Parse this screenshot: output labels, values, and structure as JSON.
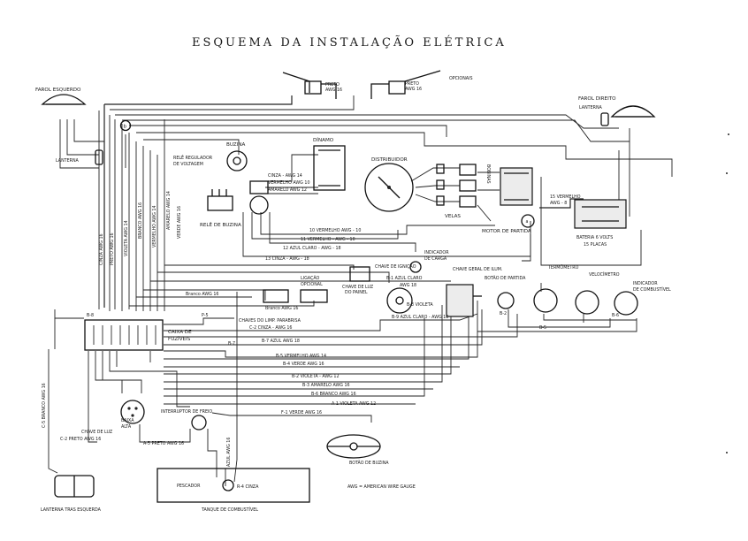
{
  "title": "ESQUEMA DA INSTALAÇÃO ELÉTRICA",
  "components": {
    "farol_esquerdo": "FAROL ESQUERDO",
    "farol_direito": "FAROL DIREITO",
    "lanterna_left": "LANTERNA",
    "lanterna_right": "LANTERNA",
    "lanterna_tras": "LANTERNA TRAS ESQUERDA",
    "opcionais": "OPCIONAIS",
    "buzina": "BUZINA",
    "dinamo": "DÍNAMO",
    "rele_regulador": [
      "RELÊ REGULADOR",
      "DE VOLTAGEM"
    ],
    "rele_buzina": "RELÊ DE BUZINA",
    "distribuidor": "DISTRIBUIDOR",
    "velas": "VELAS",
    "bobinas": "BOBINAS",
    "motor_partida": "MOTOR DE PARTIDA",
    "bateria": [
      "BATERIA 6 VOLTS",
      "15 PLACAS"
    ],
    "caixa_fuziveis": [
      "CAIXA DE",
      "FUZÍVEIS"
    ],
    "ligacao_opcional": [
      "LIGAÇÃO",
      "OPCIONAL"
    ],
    "chaves_limp": "CHAVES DO LIMP. PARABRISA",
    "chave_luz_painel": [
      "CHAVE DE LUZ",
      "DO PAINEL"
    ],
    "chave_ignicao": "CHAVE DE IGNIÇÃO",
    "indicador_carga": [
      "INDICADOR",
      "DE CARGA"
    ],
    "chave_geral": "CHAVE GERAL DE ILUM.",
    "botao_partida": "BOTÃO DE PARTIDA",
    "termometro": "TERMÔMETRO",
    "velocimetro": "VELOCÍMETRO",
    "indicador_combustivel": [
      "INDICADOR",
      "DE COMBUSTÍVEL"
    ],
    "chave_luz_alta": [
      "CHAVE DE LUZ",
      "ALTA",
      "BAIXA"
    ],
    "interruptor_freio": "INTERRUPTOR DE FREIO",
    "botao_buzina": "BOTÃO DE BUZINA",
    "tanque": "TANQUE DE COMBUSTÍVEL",
    "pescador": "PESCADOR",
    "awg_note": "AWG = AMERICAN WIRE GAUGE",
    "circle_b": "b",
    "circle_a": "a"
  },
  "wires": {
    "preto_top": "PRETO",
    "preto_top_awg": "AWG 16",
    "preto_top2": "PRETO",
    "preto_top2_awg": "AWG 16",
    "cinza_14": "CINZA - AWG 14",
    "vermelho_10a": "VERMELHO AWG 10",
    "amarelo_12a": "AMARELO AWG 12",
    "vermelho_15": "15 VERMELHO",
    "awg_15": "AWG - 8",
    "vermelho_10b": "10 VERMELHO AWG - 10",
    "vermelho_11": "11 VERMELHO - AWG - 10",
    "azul_claro_12": "12 AZUL CLARO - AWG - 18",
    "cinza_13": "13 CINZA - AWG - 18",
    "branco_16": "Branco AWG 16",
    "branco_16b": "Branco AWG 16",
    "b1_azul": "B-1 AZUL CLARO",
    "b1_awg": "AWG 18",
    "b3_violeta": "B-3 VIOLETA",
    "b9_azul": "B-9 AZUL CLARO - AWG 18",
    "p5": "P-5",
    "c2_cinza": "C-2 CINZA - AWG 16",
    "b7_azul": "B-7 AZUL AWG 18",
    "b5_vermelho": "B-5 VERMELHO AWG 14",
    "b4_verde": "B-4 VERDE AWG 16",
    "b2_violeta": "B-2 VIOLETA - AWG 12",
    "b3_amarelo": "B-3 AMARELO AWG 16",
    "b6_branco": "B-6 BRANCO AWG 16",
    "a1_violeta": "A-1 VIOLETA AWG 12",
    "f1_verde": "F-1 VERDE AWG 16",
    "c2_preto": "C-2 PRETO AWG 16",
    "a5_preto": "A-5 PRETO AWG 16",
    "c5_branco": "C-5 BRANCO AWG 16",
    "azul_16": "AZUL AWG 16",
    "r4_cinza": "R-4 CINZA",
    "b2": "B-2",
    "b5": "B-5",
    "b6": "B-6",
    "b7": "B-7",
    "b8": "B-8",
    "v_cinza": "CINZA AWG 16",
    "v_preto": "PRETO AWG 16",
    "v_violeta": "VIOLETA AWG 14",
    "v_branco": "BRANCO AWG 16",
    "v_vermelho": "VERMELHO AWG 14",
    "v_amarelo": "AMARELO AWG 14",
    "v_verde": "VERDE AWG 16"
  },
  "colors": {
    "ink": "#1a1a1a",
    "paper": "#ffffff"
  }
}
